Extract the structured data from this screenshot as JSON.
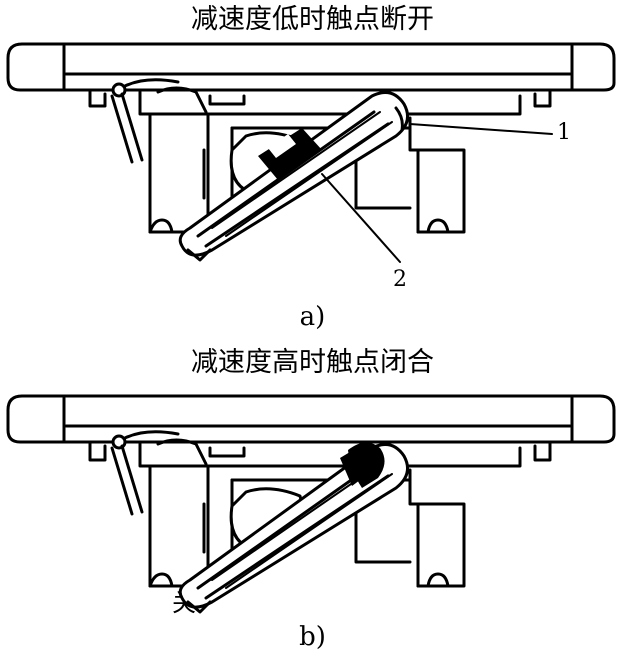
{
  "panel_a": {
    "title": "减速度低时触点断开",
    "label": "a)",
    "callouts": [
      "1",
      "2"
    ]
  },
  "panel_b": {
    "title": "减速度高时触点闭合",
    "label": "b)",
    "switch_label": "关"
  },
  "colors": {
    "ink": "#000000",
    "paper": "#ffffff"
  }
}
